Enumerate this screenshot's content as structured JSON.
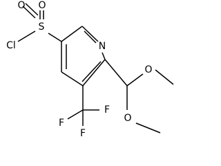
{
  "molecule": {
    "atoms": {
      "ring_nitrogen": "N",
      "sulfonyl_chlorine": "Cl",
      "sulfur": "S",
      "sulfonyl_oxygen_left": "O",
      "sulfonyl_oxygen_right": "O",
      "methoxy_oxygen_upper": "O",
      "methoxy_oxygen_lower": "O",
      "fluorine_left": "F",
      "fluorine_right": "F",
      "fluorine_bottom": "F"
    }
  }
}
